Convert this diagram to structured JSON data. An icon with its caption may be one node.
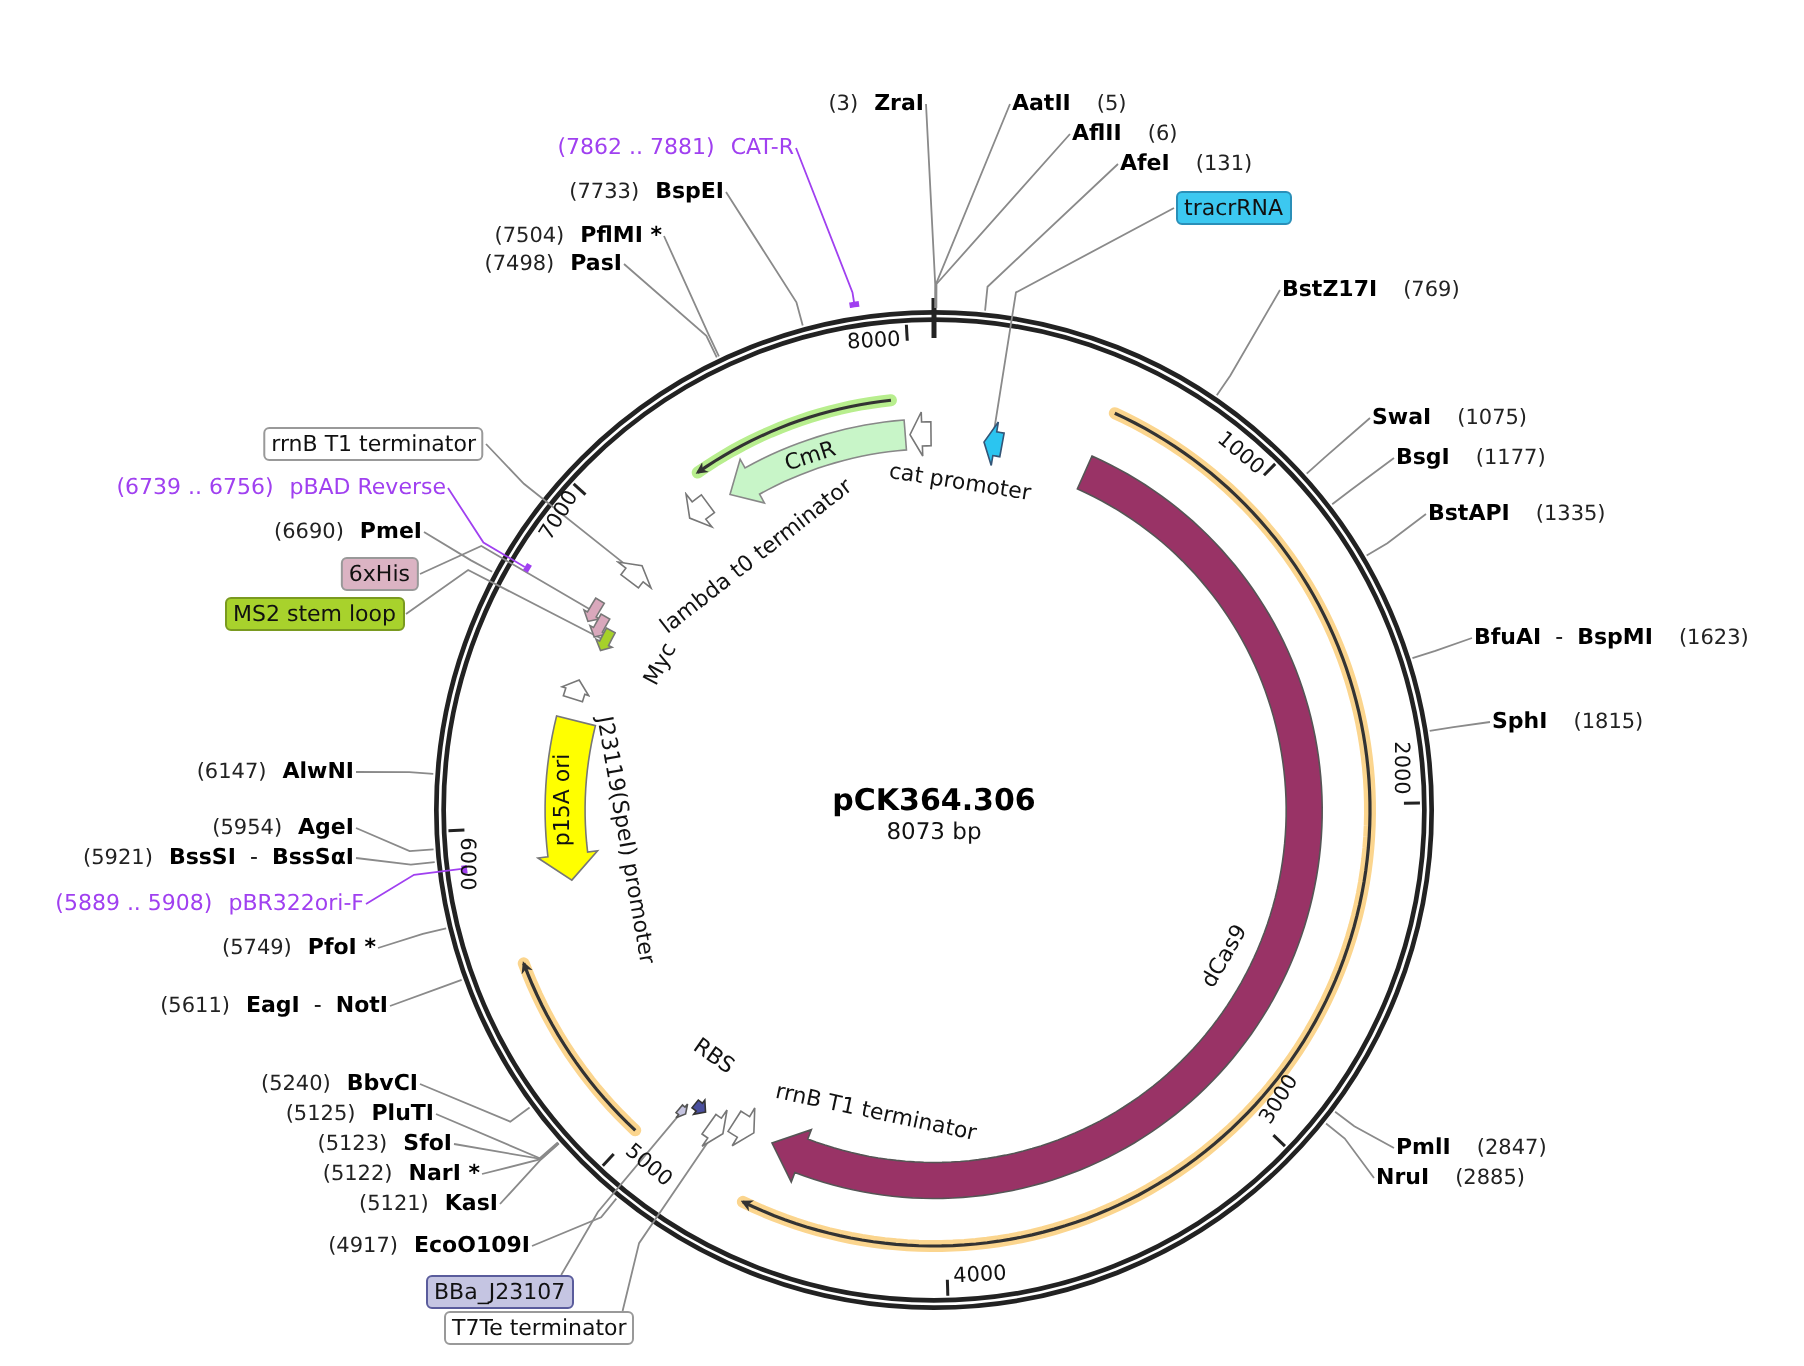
{
  "diagram": {
    "title": "pCK364.306",
    "nodes": [
      {
        "text": [
          "(3)",
          "ZraI"
        ]
      },
      {
        "text": [
          "AatII",
          "(5)"
        ]
      },
      {
        "text": [
          "AflII",
          "(6)"
        ]
      },
      {
        "text": [
          "AfeI",
          "(131)"
        ]
      },
      {
        "text": [
          "tracrRNA"
        ]
      },
      {
        "text": [
          "BstZ17I",
          "(769)"
        ]
      },
      {
        "text": [
          "SwaI",
          "(1075)"
        ]
      },
      {
        "text": [
          "BsgI",
          "(1177)"
        ]
      },
      {
        "text": [
          "BstAPI",
          "(1335)"
        ]
      },
      {
        "text": [
          "BfuAI",
          "-",
          "BspMI",
          "(1623)"
        ]
      },
      {
        "text": [
          "SphI",
          "(1815)"
        ]
      },
      {
        "text": [
          "PmlI",
          "(2847)"
        ]
      },
      {
        "text": [
          "NruI",
          "(2885)"
        ]
      },
      {
        "text": [
          "(4917)",
          "EcoO109I"
        ]
      },
      {
        "text": [
          "BBa_J23107"
        ]
      },
      {
        "text": [
          "T7Te terminator"
        ]
      },
      {
        "text": [
          "(5121)",
          "KasI"
        ]
      },
      {
        "text": [
          "(5122)",
          "NarI *"
        ]
      },
      {
        "text": [
          "(5123)",
          "SfoI"
        ]
      },
      {
        "text": [
          "(5125)",
          "PluTI"
        ]
      },
      {
        "text": [
          "(5240)",
          "BbvCI"
        ]
      },
      {
        "text": [
          "(5611)",
          "EagI",
          "-",
          "NotI"
        ]
      },
      {
        "text": [
          "(5749)",
          "PfoI *"
        ]
      },
      {
        "text": [
          "(5889 .. 5908)",
          "pBR322ori-F"
        ]
      },
      {
        "text": [
          "(5921)",
          "BssSI",
          "-",
          "BssSαI"
        ]
      },
      {
        "text": [
          "(5954)",
          "AgeI"
        ]
      },
      {
        "text": [
          "(6147)",
          "AlwNI"
        ]
      },
      {
        "text": [
          "MS2 stem loop"
        ]
      },
      {
        "text": [
          "6xHis"
        ]
      },
      {
        "text": [
          "(6690)",
          "PmeI"
        ]
      },
      {
        "text": [
          "(6739 .. 6756)",
          "pBAD Reverse"
        ]
      },
      {
        "text": [
          "rrnB T1 terminator"
        ]
      },
      {
        "text": [
          "(7498)",
          "PasI"
        ]
      },
      {
        "text": [
          "(7504)",
          "PflMI *"
        ]
      },
      {
        "text": [
          "(7733)",
          "BspEI"
        ]
      },
      {
        "text": [
          "(7862 .. 7881)",
          "CAT-R"
        ]
      },
      {
        "text": [],
        "shape": "arrow"
      },
      {
        "text": [],
        "shape": "arrow",
        "beside": [
          "cat promoter"
        ]
      },
      {
        "text": [
          "CmR"
        ]
      },
      {
        "text": [],
        "shape": "arrow",
        "beside": [
          "lambda t0 terminator"
        ]
      },
      {
        "text": [],
        "shape": "arrow"
      },
      {
        "text": [],
        "shape": "arrow"
      },
      {
        "text": [],
        "shape": "arrow",
        "beside": [
          "Myc"
        ]
      },
      {
        "text": [],
        "shape": "arrow"
      },
      {
        "text": [],
        "shape": "arrow"
      },
      {
        "text": [
          "p15A ori"
        ]
      },
      {
        "text": [],
        "shape": "arrow",
        "beside": [
          "dCas9"
        ]
      },
      {
        "text": [],
        "shape": "arrow"
      },
      {
        "text": [],
        "shape": "arrow"
      },
      {
        "text": [],
        "shape": "arrow",
        "beside": [
          "RBS"
        ]
      },
      {
        "text": [],
        "shape": "arrow"
      },
      {
        "text": [],
        "shape": "bar"
      },
      {
        "text": [],
        "shape": "bar"
      },
      {
        "text": [],
        "shape": "bar"
      }
    ],
    "edges": [
      {
        "from": 0,
        "to": null,
        "arrow": "none"
      },
      {
        "from": 1,
        "to": null,
        "arrow": "none"
      },
      {
        "from": 2,
        "to": null,
        "arrow": "none"
      },
      {
        "from": 3,
        "to": null,
        "arrow": "none"
      },
      {
        "from": 4,
        "to": 36,
        "arrow": "none"
      },
      {
        "from": 5,
        "to": null,
        "arrow": "none"
      },
      {
        "from": 6,
        "to": null,
        "arrow": "none"
      },
      {
        "from": 7,
        "to": null,
        "arrow": "none"
      },
      {
        "from": 8,
        "to": null,
        "arrow": "none"
      },
      {
        "from": 9,
        "to": null,
        "arrow": "none"
      },
      {
        "from": 10,
        "to": null,
        "arrow": "none"
      },
      {
        "from": 11,
        "to": null,
        "arrow": "none"
      },
      {
        "from": 12,
        "to": null,
        "arrow": "none"
      },
      {
        "from": 13,
        "to": null,
        "arrow": "none"
      },
      {
        "from": 14,
        "to": 50,
        "arrow": "none"
      },
      {
        "from": 15,
        "to": 48,
        "arrow": "none"
      },
      {
        "from": 16,
        "to": null,
        "arrow": "none"
      },
      {
        "from": 17,
        "to": null,
        "arrow": "none"
      },
      {
        "from": 18,
        "to": null,
        "arrow": "none"
      },
      {
        "from": 19,
        "to": null,
        "arrow": "none"
      },
      {
        "from": 20,
        "to": null,
        "arrow": "none"
      },
      {
        "from": 21,
        "to": null,
        "arrow": "none"
      },
      {
        "from": 22,
        "to": null,
        "arrow": "none"
      },
      {
        "from": 23,
        "to": 53,
        "arrow": "none",
        "color": "#a040f0"
      },
      {
        "from": 24,
        "to": null,
        "arrow": "none"
      },
      {
        "from": 25,
        "to": null,
        "arrow": "none"
      },
      {
        "from": 26,
        "to": null,
        "arrow": "none"
      },
      {
        "from": 27,
        "to": 43,
        "arrow": "none"
      },
      {
        "from": 28,
        "to": 41,
        "arrow": "none"
      },
      {
        "from": 29,
        "to": null,
        "arrow": "none"
      },
      {
        "from": 30,
        "to": 52,
        "arrow": "none",
        "color": "#a040f0"
      },
      {
        "from": 31,
        "to": 40,
        "arrow": "none"
      },
      {
        "from": 32,
        "to": null,
        "arrow": "none"
      },
      {
        "from": 33,
        "to": null,
        "arrow": "none"
      },
      {
        "from": 34,
        "to": null,
        "arrow": "none"
      },
      {
        "from": 35,
        "to": 51,
        "arrow": "none",
        "color": "#a040f0"
      }
    ],
    "labels": [
      "8073 bp",
      "1000",
      "2000",
      "3000",
      "4000",
      "5000",
      "6000",
      "7000",
      "8000",
      "J23119(SpeI) promoter",
      "rrnB T1 terminator"
    ]
  }
}
